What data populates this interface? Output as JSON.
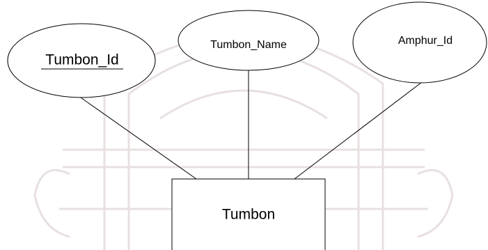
{
  "diagram": {
    "entity": {
      "label": "Tumbon"
    },
    "attributes": [
      {
        "id": "attr-tumbon-id",
        "label": "Tumbon_Id",
        "key": true
      },
      {
        "id": "attr-tumbon-name",
        "label": "Tumbon_Name",
        "key": false
      },
      {
        "id": "attr-amphur-id",
        "label": "Amphur_Id",
        "key": false
      }
    ]
  },
  "colors": {
    "stroke": "#000000",
    "background": "#ffffff",
    "watermark": "#e8e0e0"
  }
}
